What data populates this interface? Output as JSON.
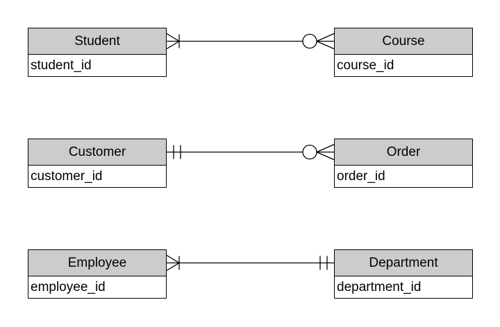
{
  "diagram": {
    "type": "entity-relationship-diagram",
    "notation": "crows-foot",
    "colors": {
      "header_fill": "#cccccc",
      "body_fill": "#ffffff",
      "border": "#000000",
      "background": "#ffffff"
    },
    "entities": [
      {
        "name": "Student",
        "attributes": [
          "student_id"
        ]
      },
      {
        "name": "Course",
        "attributes": [
          "course_id"
        ]
      },
      {
        "name": "Customer",
        "attributes": [
          "customer_id"
        ]
      },
      {
        "name": "Order",
        "attributes": [
          "order_id"
        ]
      },
      {
        "name": "Employee",
        "attributes": [
          "employee_id"
        ]
      },
      {
        "name": "Department",
        "attributes": [
          "department_id"
        ]
      }
    ],
    "relationships": [
      {
        "from": "Student",
        "to": "Course",
        "from_end": "one-or-many",
        "to_end": "zero-or-many"
      },
      {
        "from": "Customer",
        "to": "Order",
        "from_end": "exactly-one",
        "to_end": "zero-or-many"
      },
      {
        "from": "Employee",
        "to": "Department",
        "from_end": "one-or-many",
        "to_end": "exactly-one"
      }
    ]
  }
}
